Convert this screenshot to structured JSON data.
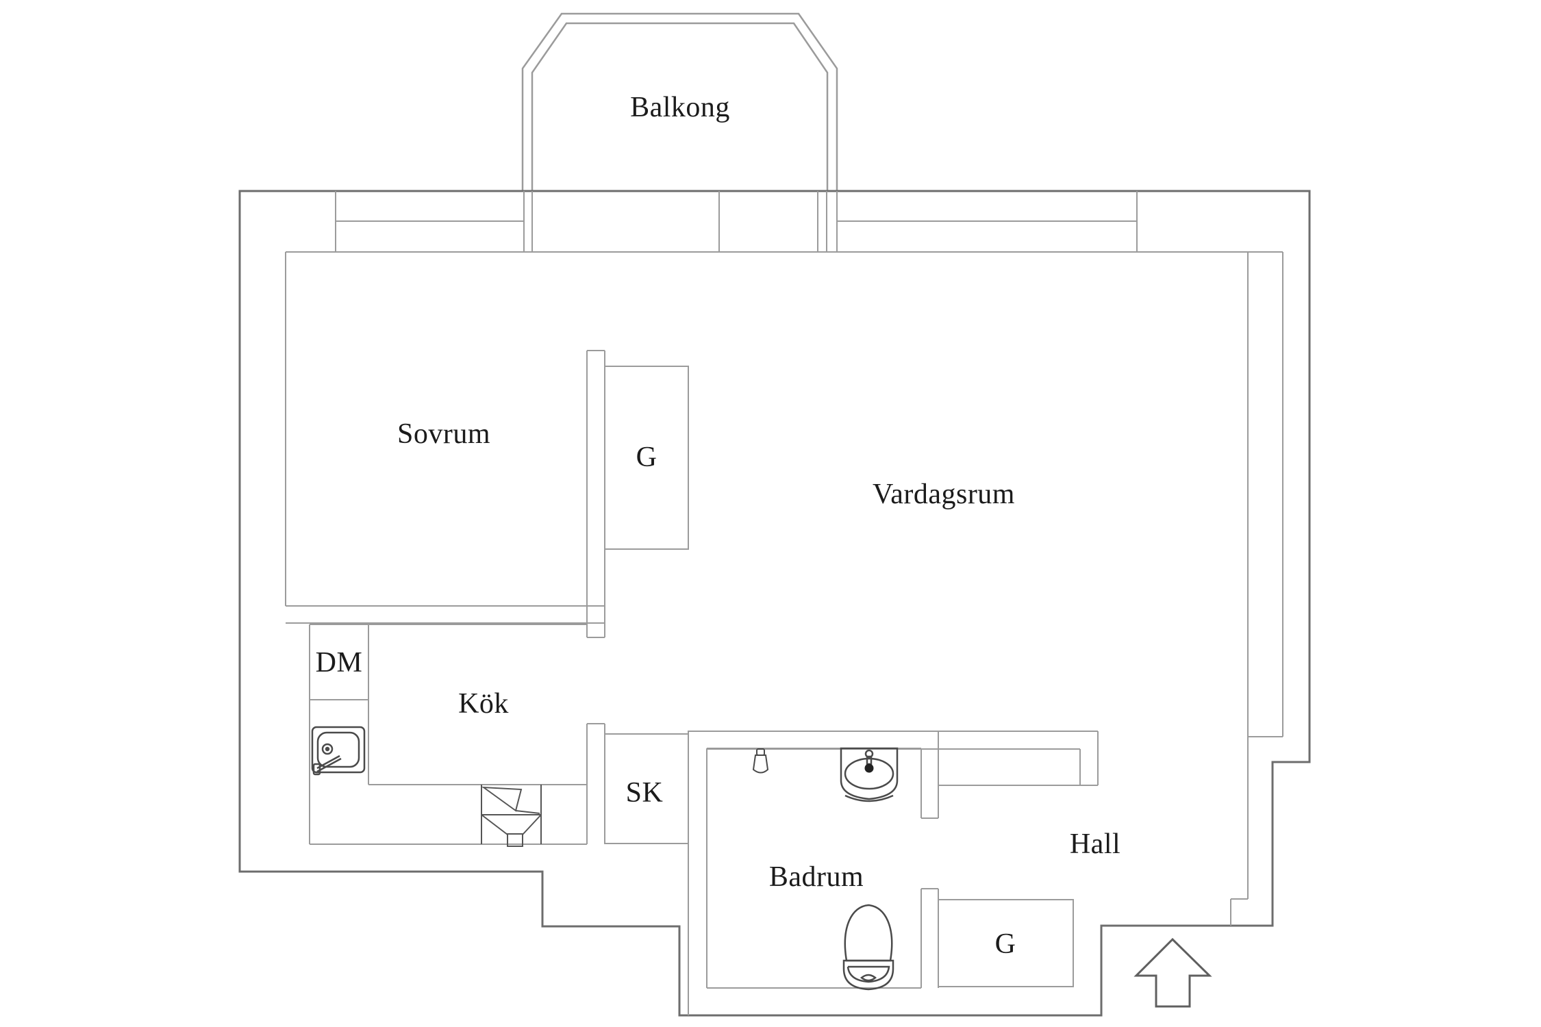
{
  "plan": {
    "type": "apartment-floorplan",
    "labels": {
      "balkong": "Balkong",
      "sovrum": "Sovrum",
      "wardrobe_bedroom": "G",
      "vardagsrum": "Vardagsrum",
      "dishwasher": "DM",
      "kok": "Kök",
      "sk_closet": "SK",
      "badrum": "Badrum",
      "hall": "Hall",
      "wardrobe_hall": "G"
    },
    "icons": [
      "kitchen-sink-icon",
      "stove-fan-icon",
      "shower-mixer-icon",
      "washbasin-icon",
      "toilet-icon",
      "entry-arrow-icon",
      "window-icon",
      "balcony-railing-icon"
    ],
    "colors": {
      "background": "#ffffff",
      "outer_wall": "#6d6d6d",
      "inner_wall": "#9b9b9b",
      "fixture": "#4a4a4a",
      "text": "#1b1b1b",
      "faucet_dot": "#222222"
    }
  }
}
